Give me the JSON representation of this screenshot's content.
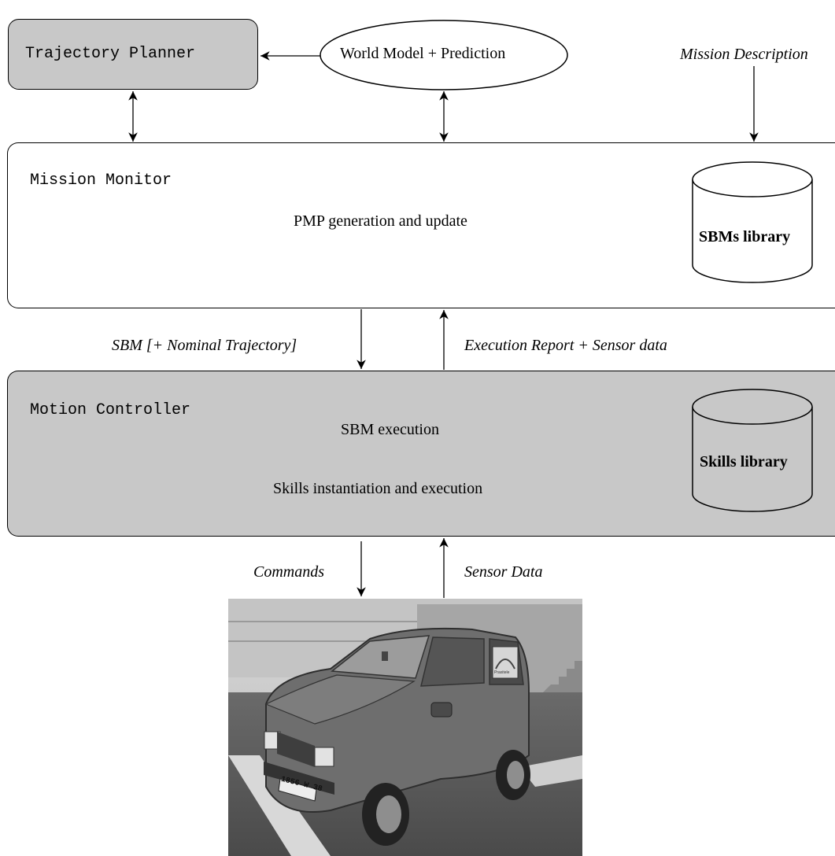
{
  "colors": {
    "box_fill": "#c8c8c8",
    "line": "#000000",
    "bg": "#ffffff"
  },
  "trajectory_planner": {
    "label": "Trajectory Planner"
  },
  "world_model": {
    "label": "World Model + Prediction"
  },
  "mission_description": {
    "label": "Mission Description"
  },
  "mission_monitor": {
    "title": "Mission Monitor",
    "text": "PMP generation and update",
    "library": "SBMs library"
  },
  "links_mid": {
    "down": "SBM [+ Nominal Trajectory]",
    "up": "Execution Report + Sensor data"
  },
  "motion_controller": {
    "title": "Motion Controller",
    "text1": "SBM execution",
    "text2": "Skills instantiation and execution",
    "library": "Skills library"
  },
  "links_bottom": {
    "down": "Commands",
    "up": "Sensor Data"
  },
  "vehicle": {
    "plate": "1856 W 38",
    "door_logo": "Praxitele"
  }
}
